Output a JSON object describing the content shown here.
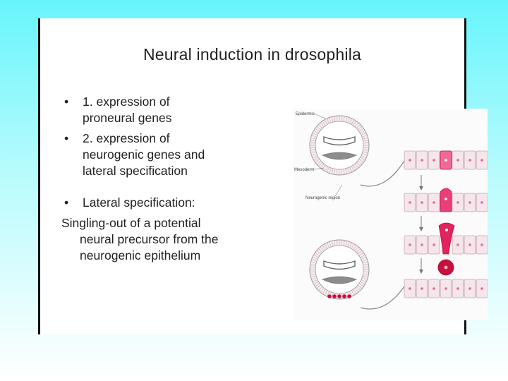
{
  "slide": {
    "title": "Neural induction in drosophila",
    "bullet1_line1": "1.  expression of",
    "bullet1_line2": "proneural genes",
    "bullet2_line1": "2.  expression of",
    "bullet2_line2": "neurogenic genes and",
    "bullet2_line3": "lateral specification",
    "bullet3_line1": "Lateral specification:",
    "text_line1": "Singling-out of a potential",
    "text_line2": "neural precursor from the",
    "text_line3": "neurogenic epithelium"
  },
  "figure": {
    "label_epidermis": "Epidermis",
    "label_mesoderm": "Mesoderm",
    "label_neurogenic": "Neurogenic region",
    "colors": {
      "cell_fill": "#f4e6ea",
      "cell_stroke": "#c9a3ad",
      "nucleus": "#e36a93",
      "precursor": "#e0245e",
      "precursor_dark": "#c8103f",
      "embryo_stroke": "#999999",
      "gut_fill": "#8c8c8c"
    }
  }
}
